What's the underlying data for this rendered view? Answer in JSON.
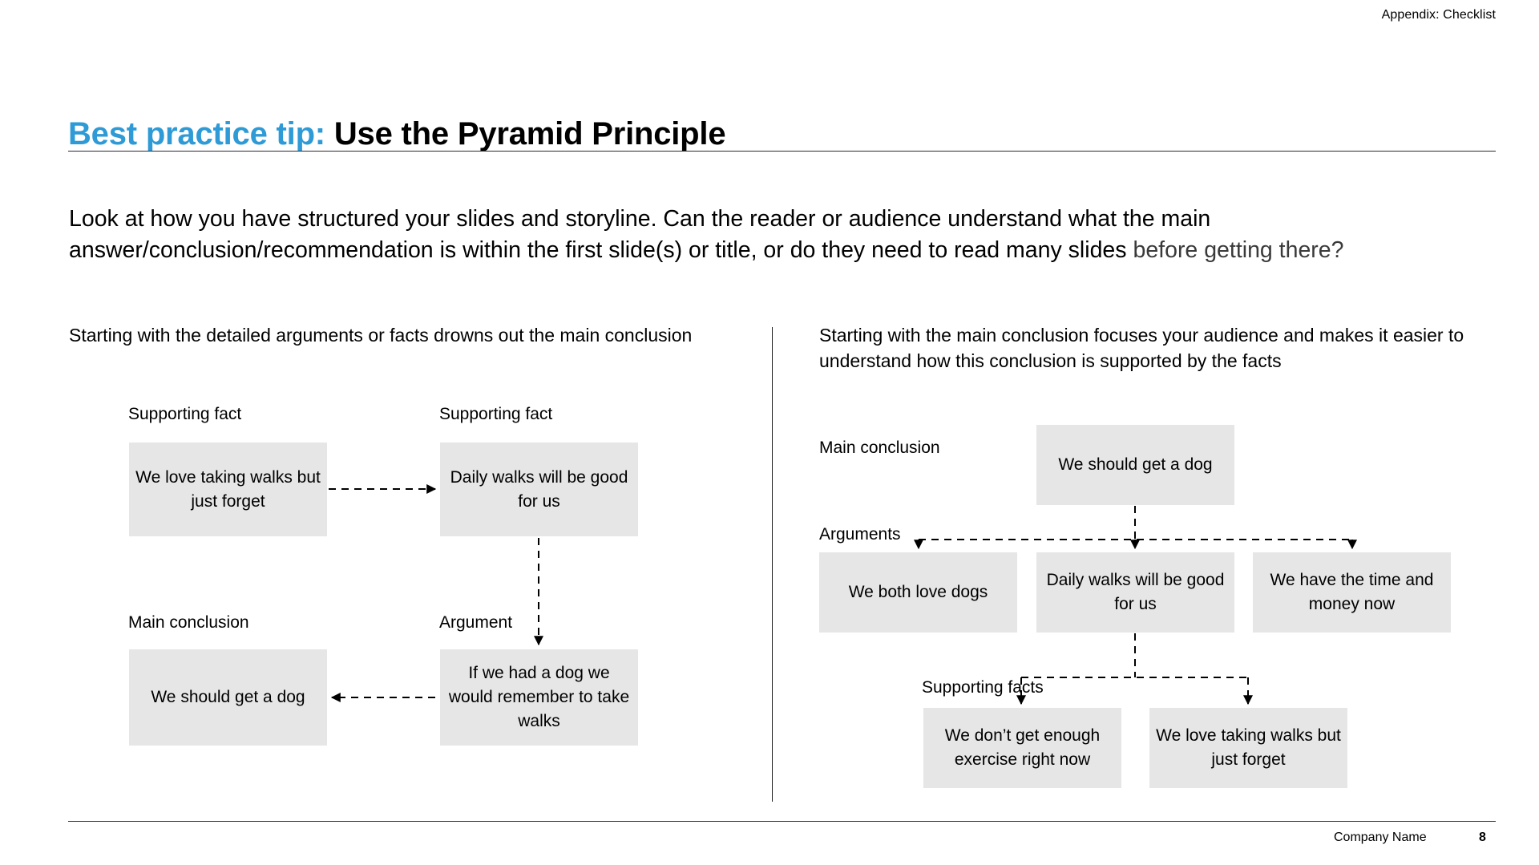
{
  "header": {
    "appendix": "Appendix: Checklist",
    "title_accent": "Best practice tip:",
    "title_rest": "Use the Pyramid Principle"
  },
  "intro": {
    "line1": "Look at how you have structured your slides and storyline. Can the reader or audience understand what the main answer/",
    "line2_main": "conclusion/recommendation is within the first slide(s) or title, or do they need to read many slides ",
    "line2_dim": "before getting there?"
  },
  "left_panel": {
    "lead": "Starting with the detailed arguments or facts drowns out the main conclusion",
    "labels": {
      "supporting_fact_1": "Supporting fact",
      "supporting_fact_2": "Supporting fact",
      "main_conclusion": "Main conclusion",
      "argument": "Argument"
    },
    "boxes": {
      "fact_1": "We love taking walks but just forget",
      "fact_2": "Daily walks will be good for us",
      "conclusion": "We should get a dog",
      "argument": "If we had a dog we would remember to take walks"
    }
  },
  "right_panel": {
    "lead": "Starting with the main conclusion focuses your audience and makes it easier to understand how this conclusion is supported by the facts",
    "labels": {
      "main_conclusion": "Main conclusion",
      "arguments": "Arguments",
      "supporting_facts": "Supporting facts"
    },
    "boxes": {
      "conclusion": "We should get a dog",
      "argument_1": "We both love dogs",
      "argument_2": "Daily walks will be good for us",
      "argument_3": "We have the time and money now",
      "fact_1": "We don’t get enough exercise right now",
      "fact_2": "We love taking walks but just forget"
    }
  },
  "footer": {
    "company": "Company Name",
    "page": "8"
  },
  "colors": {
    "accent_blue": "#2E9BD6",
    "box_fill": "#E6E6E6",
    "rule": "#2B2B33",
    "text": "#000000"
  }
}
